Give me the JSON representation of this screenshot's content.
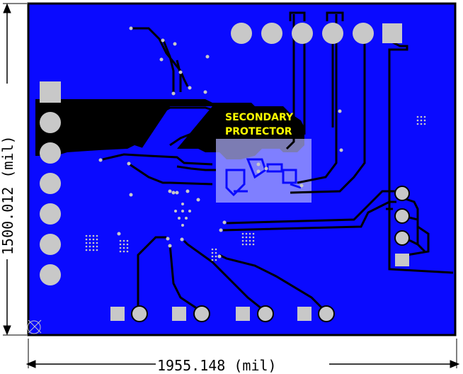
{
  "board": {
    "width_dimension": "1955.148 (mil)",
    "height_dimension": "1500.012 (mil)"
  },
  "region_label": {
    "line1": "SECONDARY",
    "line2": "PROTECTOR"
  },
  "colors": {
    "board_fill": "#0a0aff",
    "pour_fill": "#000000",
    "trace": "#000000",
    "pad": "#c8c8c8",
    "highlight": "#b0b0ff",
    "label": "#ffff00"
  },
  "connectors": {
    "top_header": {
      "round_pads": 5,
      "square_pads": 1
    },
    "left_header": {
      "round_pads": 6,
      "square_pads": 1
    },
    "right_header": {
      "round_pads": 3,
      "square_pads": 1
    },
    "bottom_pairs": 4
  }
}
